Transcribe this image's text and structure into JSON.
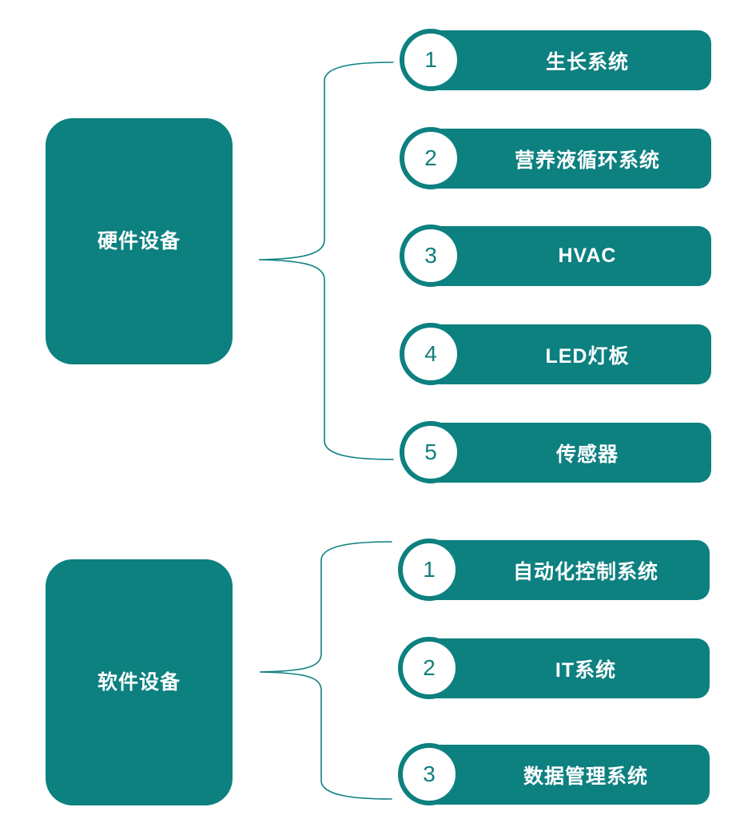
{
  "diagram": {
    "type": "bracket-list",
    "accent_color": "#0d8080",
    "badge_text_color": "#117e7e",
    "bar_text_color": "#ffffff",
    "background_color": "#ffffff",
    "groups": [
      {
        "id": "hardware",
        "title": "硬件设备",
        "connector": "curly-brace",
        "items": [
          {
            "number": "1",
            "label": "生长系统"
          },
          {
            "number": "2",
            "label": "营养液循环系统"
          },
          {
            "number": "3",
            "label": "HVAC"
          },
          {
            "number": "4",
            "label": "LED灯板"
          },
          {
            "number": "5",
            "label": "传感器"
          }
        ]
      },
      {
        "id": "software",
        "title": "软件设备",
        "connector": "curly-brace",
        "items": [
          {
            "number": "1",
            "label": "自动化控制系统"
          },
          {
            "number": "2",
            "label": "IT系统"
          },
          {
            "number": "3",
            "label": "数据管理系统"
          }
        ]
      }
    ]
  }
}
